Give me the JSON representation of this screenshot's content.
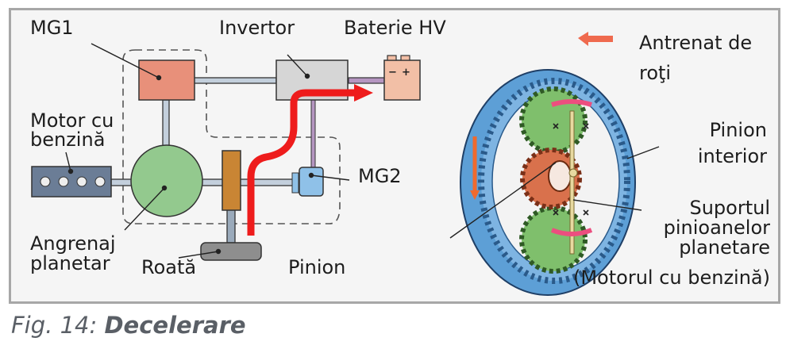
{
  "figure": {
    "caption_prefix": "Fig. 14: ",
    "caption_title": "Decelerare"
  },
  "labels": {
    "mg1": "MG1",
    "inverter": "Invertor",
    "battery": "Baterie HV",
    "engine_line1": "Motor cu",
    "engine_line2": "benzină",
    "planetary_line1": "Angrenaj",
    "planetary_line2": "planetar",
    "wheel": "Roată",
    "pinion": "Pinion",
    "mg2": "MG2",
    "driven_line1": "Antrenat de",
    "driven_line2": "roţi",
    "ring_line1": "Pinion",
    "ring_line2": "interior",
    "carrier_line1": "Suportul",
    "carrier_line2": "pinioanelor",
    "carrier_line3": "planetare",
    "carrier_line4": "(Motorul cu benzină)"
  },
  "battery_terminals": {
    "negative": "−",
    "positive": "+"
  },
  "colors": {
    "mg1": "#e8907a",
    "inverter": "#d6d6d6",
    "battery": "#f2bfa6",
    "engine": "#6b7d96",
    "planetary": "#93c98e",
    "gear_block": "#c98534",
    "mg2": "#8fc1e8",
    "wheel": "#8e8e8e",
    "power_flow": "#ee1c1c",
    "legend_arrow": "#ef6a4e",
    "ring_gear": "#5d9fd6",
    "planet_gear": "#7fbf6c",
    "sun_gear": "#d9714c"
  },
  "legend": {
    "arrow_icon": "left-arrow-icon"
  }
}
